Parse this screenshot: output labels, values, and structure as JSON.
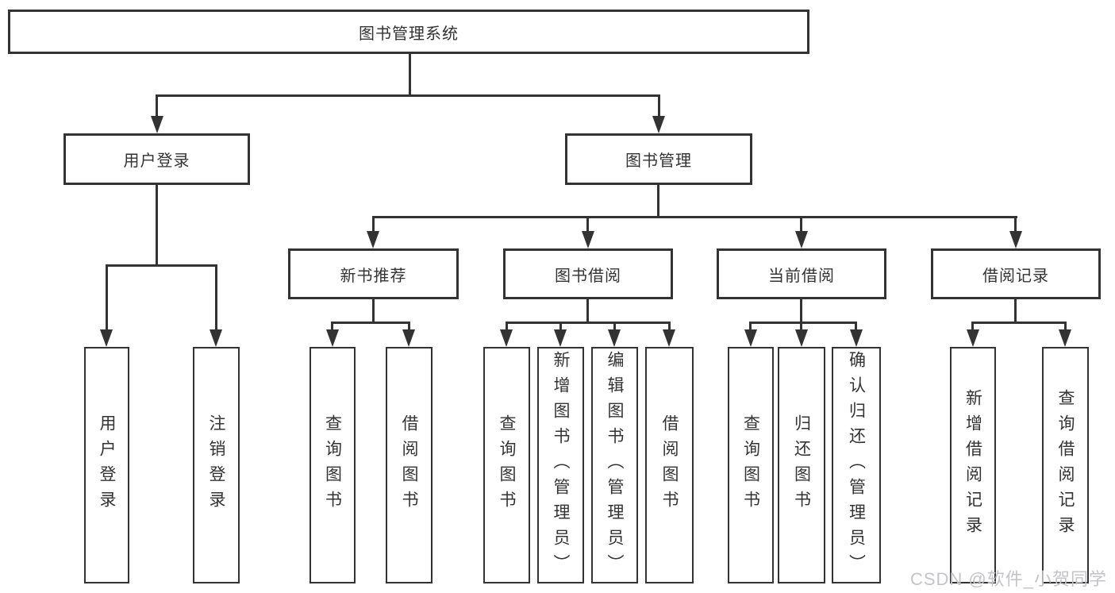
{
  "diagram": {
    "root": {
      "label": "图书管理系统"
    },
    "level2": [
      {
        "id": "user-login",
        "label": "用户登录"
      },
      {
        "id": "book-management",
        "label": "图书管理"
      }
    ],
    "level3": [
      {
        "id": "new-book-recommend",
        "label": "新书推荐"
      },
      {
        "id": "book-borrow",
        "label": "图书借阅"
      },
      {
        "id": "current-borrow",
        "label": "当前借阅"
      },
      {
        "id": "borrow-records",
        "label": "借阅记录"
      }
    ],
    "leaves": {
      "user_login": [
        "用户登录",
        "注销登录"
      ],
      "new_book_recommend": [
        "查询图书",
        "借阅图书"
      ],
      "book_borrow": [
        "查询图书",
        "新增图书（管理员）",
        "编辑图书（管理员）",
        "借阅图书"
      ],
      "current_borrow": [
        "查询图书",
        "归还图书",
        "确认归还（管理员）"
      ],
      "borrow_records": [
        "新增借阅记录",
        "查询借阅记录"
      ]
    },
    "colors": {
      "line": "#333333",
      "text": "#333333",
      "background": "#ffffff",
      "watermark": "#c4c4c8"
    }
  },
  "watermark": {
    "text": "CSDN @软件_小贺同学"
  }
}
